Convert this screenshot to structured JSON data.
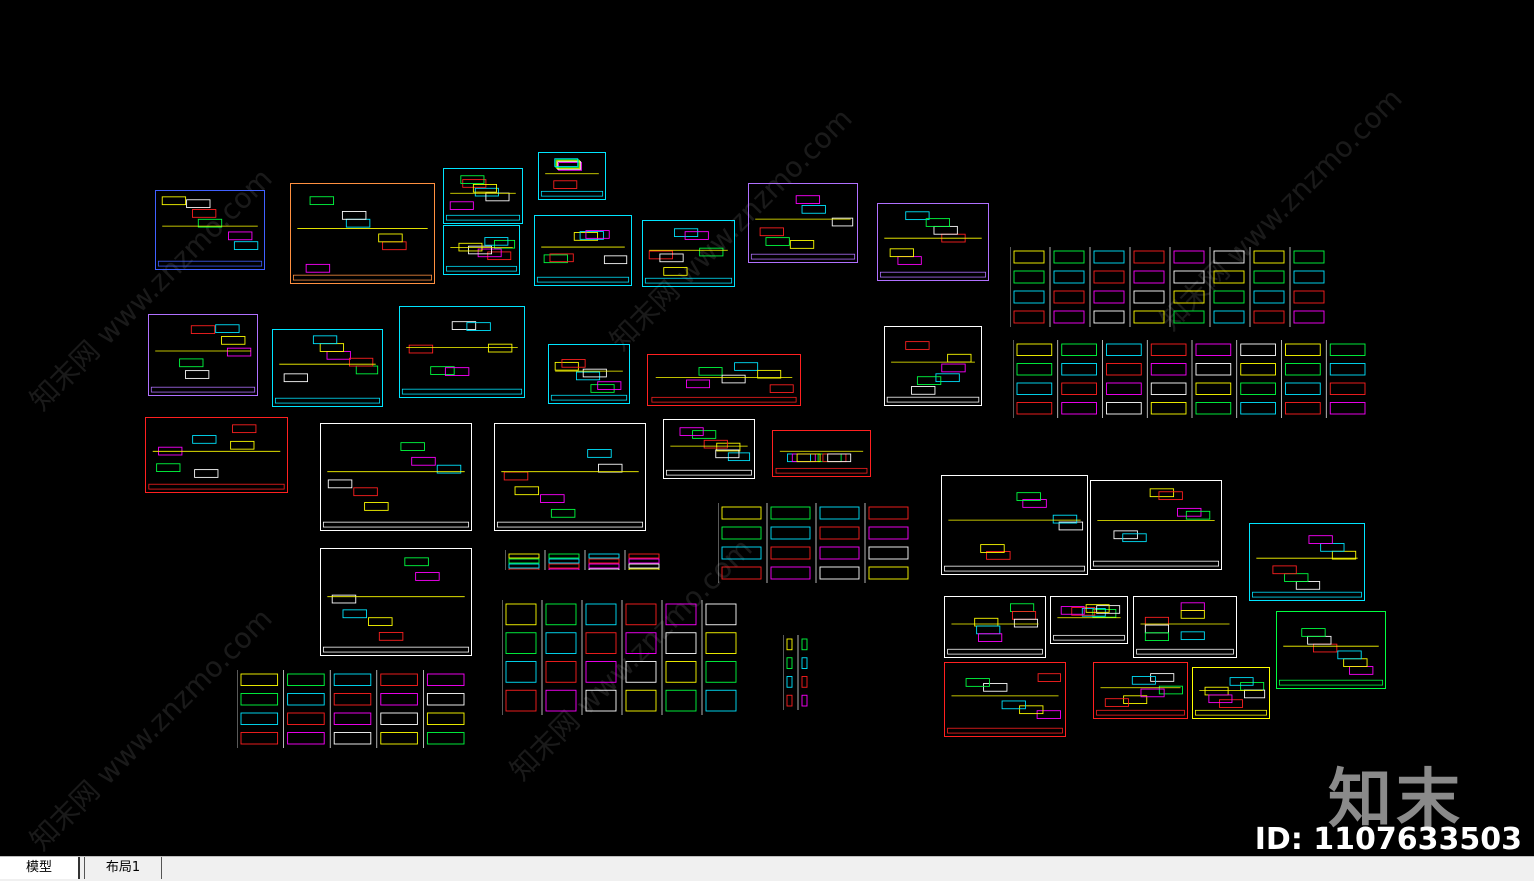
{
  "tabs": [
    {
      "label": "模型",
      "active": true
    },
    {
      "label": "布局1",
      "active": false
    }
  ],
  "watermark": {
    "site_text": "知末网 www.znzmo.com",
    "brand_logo": "知末",
    "id_label": "ID: 1107633503"
  },
  "colors": {
    "background": "#000000",
    "sheet_border_default": "#ffffff",
    "cyan": "#00e5ff",
    "yellow": "#ffff00",
    "red": "#ff2020",
    "green": "#00ff40",
    "magenta": "#ff00ff",
    "violet": "#b070ff",
    "orange": "#ff9040",
    "blue": "#4060ff"
  }
}
